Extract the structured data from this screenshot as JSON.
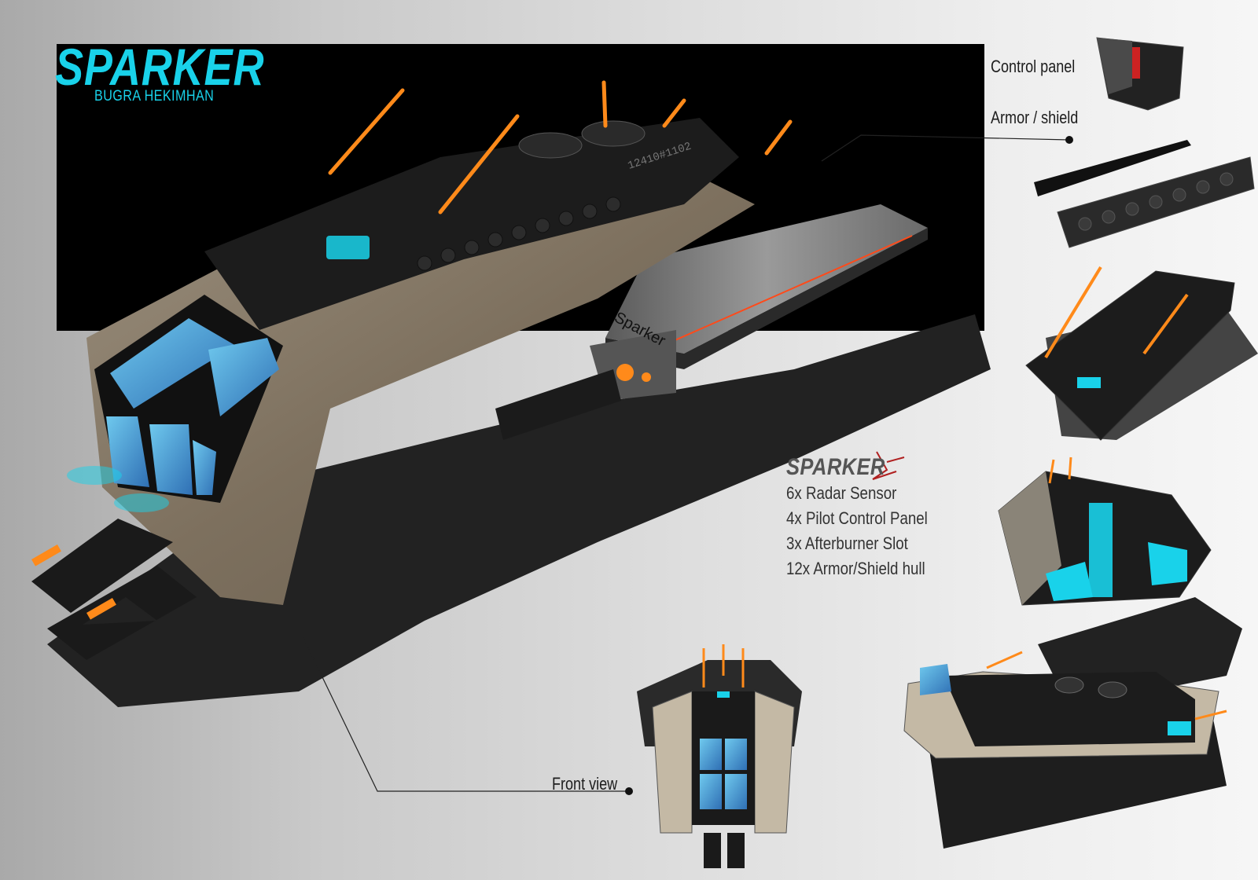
{
  "header": {
    "title": "SPARKER",
    "author": "BUGRA HEKIMHAN"
  },
  "callouts": {
    "control_panel": "Control panel",
    "armor_shield": "Armor / shield",
    "front_view": "Front view"
  },
  "specs": {
    "title": "SPARKER",
    "items": [
      "6x Radar Sensor",
      "4x Pilot Control Panel",
      "3x Afterburner Slot",
      "12x Armor/Shield hull"
    ]
  },
  "hull_marking": "Sparker",
  "hull_code": "12410#1102",
  "colors": {
    "accent_cyan": "#19d2ea",
    "glow_orange": "#ff8a1a",
    "hull_dark": "#1e1e1e",
    "hull_tan": "#8a7c68",
    "canopy_blue": "#4fa8d8"
  }
}
